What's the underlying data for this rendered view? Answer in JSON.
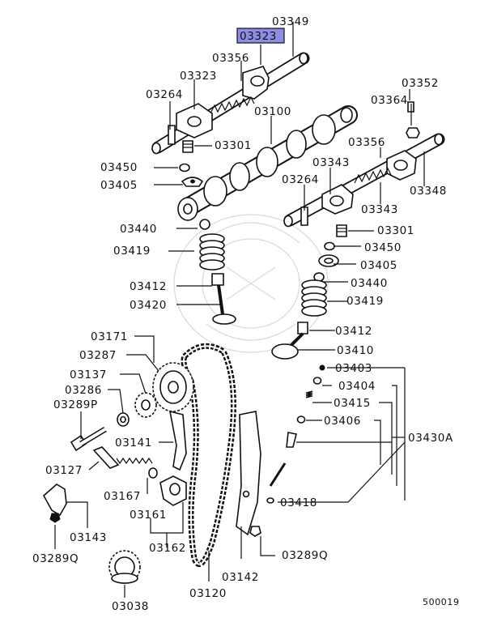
{
  "diagram_code": "500019",
  "highlight": {
    "label": "03323",
    "fill": "#8c8ee6"
  },
  "labels": {
    "l03349": "03349",
    "l03323h": "03323",
    "l03356a": "03356",
    "l03323": "03323",
    "l03264a": "03264",
    "l03100": "03100",
    "l03301a": "03301",
    "l03450a": "03450",
    "l03405a": "03405",
    "l03352": "03352",
    "l03364": "03364",
    "l03356b": "03356",
    "l03343a": "03343",
    "l03348": "03348",
    "l03264b": "03264",
    "l03343b": "03343",
    "l03440a": "03440",
    "l03301b": "03301",
    "l03419a": "03419",
    "l03450b": "03450",
    "l03405b": "03405",
    "l03412a": "03412",
    "l03440b": "03440",
    "l03420": "03420",
    "l03419b": "03419",
    "l03412b": "03412",
    "l03171": "03171",
    "l03410": "03410",
    "l03287": "03287",
    "l03403": "03403",
    "l03137": "03137",
    "l03404": "03404",
    "l03286": "03286",
    "l03415": "03415",
    "l03289p": "03289P",
    "l03406": "03406",
    "l03141": "03141",
    "l03430a": "03430A",
    "l03127": "03127",
    "l03167": "03167",
    "l03418": "03418",
    "l03161": "03161",
    "l03143": "03143",
    "l03162": "03162",
    "l03289q_l": "03289Q",
    "l03289q_r": "03289Q",
    "l03142": "03142",
    "l03120": "03120",
    "l03038": "03038"
  }
}
